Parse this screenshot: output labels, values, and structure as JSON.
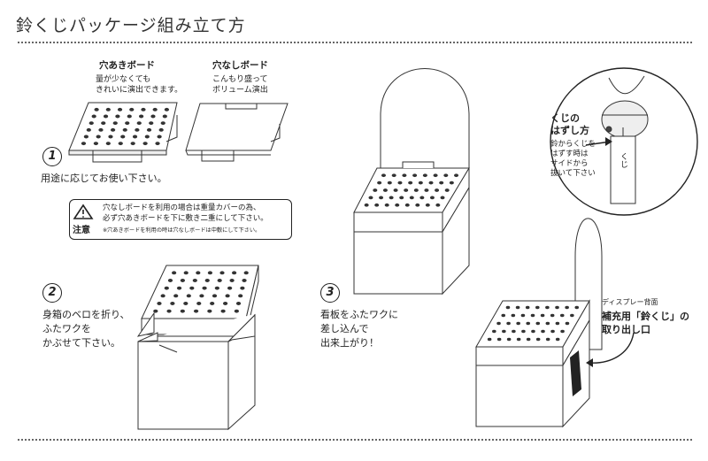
{
  "page": {
    "title": "鈴くじパッケージ組み立て方"
  },
  "boards": {
    "holed": {
      "title": "穴あきボード",
      "desc": [
        "量が少なくても",
        "きれいに演出できます。"
      ]
    },
    "plain": {
      "title": "穴なしボード",
      "desc": [
        "こんもり盛って",
        "ボリューム演出"
      ]
    }
  },
  "step1": {
    "number": "1",
    "text": "用途に応じてお使い下さい。"
  },
  "notice": {
    "icon_label": "注意",
    "line1": "穴なしボードを利用の場合は重量カバーの為、",
    "line2": "必ず穴あきボードを下に敷き二重にして下さい。",
    "line3": "※穴あきボードを利用の時は穴なしボードは中敷にして下さい。"
  },
  "step2": {
    "number": "2",
    "lines": [
      "身箱のベロを折り、",
      "ふたワクを",
      "かぶせて下さい。"
    ]
  },
  "step3": {
    "number": "3",
    "lines": [
      "看板をふたワクに",
      "差し込んで",
      "出来上がり！"
    ]
  },
  "callout": {
    "title": [
      "くじの",
      "はずし方"
    ],
    "desc": [
      "鈴からくじを",
      "はずす時は",
      "サイドから",
      "抜いて下さい"
    ],
    "tag_text": "くじ"
  },
  "display_back": {
    "caption": "ディスプレー背面",
    "label": [
      "補充用「鈴くじ」の",
      "取り出し口"
    ]
  }
}
